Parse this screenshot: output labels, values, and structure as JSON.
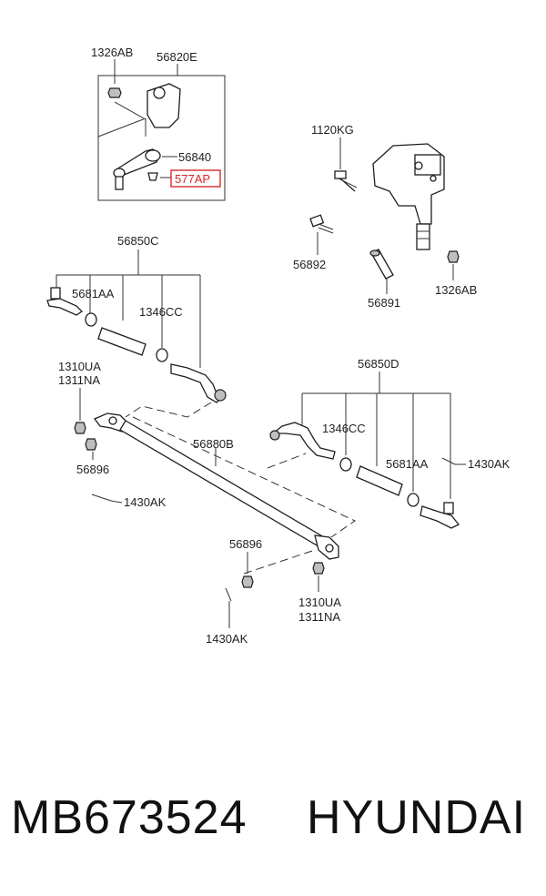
{
  "labels": {
    "l1326ab_top": "1326AB",
    "l56820e": "56820E",
    "l56840": "56840",
    "l577ap": "577AP",
    "l1120kg": "1120KG",
    "l56892": "56892",
    "l56891": "56891",
    "l1326ab_right": "1326AB",
    "l56850c": "56850C",
    "l5681aa_left": "5681AA",
    "l1346cc_left": "1346CC",
    "l1310ua_left": "1310UA",
    "l1311na_left": "1311NA",
    "l56850d": "56850D",
    "l56880b": "56880B",
    "l1346cc_right": "1346CC",
    "l5681aa_right": "5681AA",
    "l1430ak_right": "1430AK",
    "l56896_left": "56896",
    "l1430ak_left": "1430AK",
    "l56896_bottom": "56896",
    "l1310ua_bottom": "1310UA",
    "l1311na_bottom": "1311NA",
    "l1430ak_bottom": "1430AK"
  },
  "highlight_color": "#d62a2a",
  "footer": {
    "part_number": "MB673524",
    "brand": "HYUNDAI"
  }
}
